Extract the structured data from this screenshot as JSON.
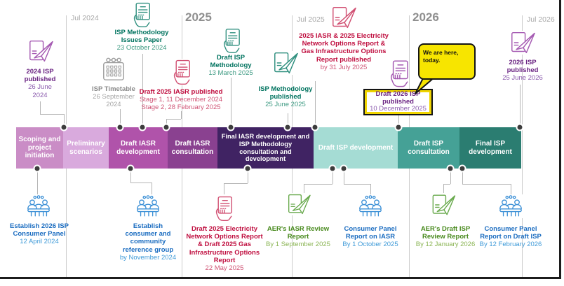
{
  "axis": [
    {
      "label": "Jul 2024"
    },
    {
      "label": "2025"
    },
    {
      "label": "Jul 2025"
    },
    {
      "label": "2026"
    },
    {
      "label": "Jul 2026"
    }
  ],
  "phases": [
    {
      "label": "Scoping and project initiation",
      "color": "#ca8dc6"
    },
    {
      "label": "Preliminary scenarios",
      "color": "#d9aadd"
    },
    {
      "label": "Draft IASR development",
      "color": "#b053aa"
    },
    {
      "label": "Draft IASR consultation",
      "color": "#8a4190"
    },
    {
      "label": "Final IASR development and ISP Methodology consultation and development",
      "color": "#402363"
    },
    {
      "label": "Draft ISP development",
      "color": "#a5dcd4"
    },
    {
      "label": "Draft ISP consultation",
      "color": "#45a196"
    },
    {
      "label": "Final ISP development",
      "color": "#2b7d71"
    }
  ],
  "milestones_above": [
    {
      "heading": "2024 ISP published",
      "date": "26 June 2024",
      "theme": "purple",
      "icon": "document-paper-plane-icon"
    },
    {
      "heading": "ISP Methodology Issues Paper",
      "date": "23 October 2024",
      "theme": "teal",
      "icon": "document-in-hand-icon"
    },
    {
      "heading": "ISP Timetable",
      "date": "26 September 2024",
      "theme": "gray",
      "icon": "calendar-icon"
    },
    {
      "heading": "Draft 2025 IASR published",
      "date": "Stage 1, 11 December 2024",
      "date2": "Stage 2, 28 February 2025",
      "theme": "crimson",
      "icon": "document-in-hand-icon"
    },
    {
      "heading": "Draft ISP Methodology",
      "date": "13 March 2025",
      "theme": "teal",
      "icon": "document-in-hand-icon"
    },
    {
      "heading": "ISP Methodology published",
      "date": "25 June 2025",
      "theme": "teal",
      "icon": "document-paper-plane-icon"
    },
    {
      "heading": "2025 IASR & 2025 Electricity Network Options Report & Gas Infrastructure Options Report published",
      "date": "by 31 July 2025",
      "theme": "crimson",
      "icon": "document-paper-plane-icon"
    },
    {
      "heading": "Draft 2026 ISP published",
      "date": "10 December 2025",
      "theme": "purple",
      "icon": "document-in-hand-icon",
      "highlighted": true
    },
    {
      "heading": "2026 ISP published",
      "date": "25 June 2026",
      "theme": "purple",
      "icon": "document-paper-plane-icon"
    }
  ],
  "milestones_below": [
    {
      "heading": "Establish 2026 ISP Consumer Panel",
      "date": "12 April 2024",
      "theme": "blue",
      "icon": "consumer-panel-people-icon"
    },
    {
      "heading": "Establish consumer and community reference group",
      "date": "by November 2024",
      "theme": "blue",
      "icon": "consumer-panel-people-icon"
    },
    {
      "heading": "Draft 2025 Electricity Network Options Report & Draft 2025 Gas Infrastructure Options Report",
      "date": "22 May 2025",
      "theme": "crimson",
      "icon": "document-in-hand-icon"
    },
    {
      "heading": "AER's IASR Review Report",
      "date": "By 1 September 2025",
      "theme": "green",
      "icon": "document-paper-plane-icon"
    },
    {
      "heading": "Consumer Panel Report on IASR",
      "date": "By 1 October 2025",
      "theme": "blue",
      "icon": "consumer-panel-people-icon"
    },
    {
      "heading": "AER's Draft ISP Review Report",
      "date": "By 12 January 2026",
      "theme": "green",
      "icon": "document-paper-plane-icon"
    },
    {
      "heading": "Consumer Panel Report on Draft ISP",
      "date": "By 12 February 2026",
      "theme": "blue",
      "icon": "consumer-panel-people-icon"
    }
  ],
  "callout": {
    "text": "We are here, today."
  },
  "colors": {
    "purple_heading": "#6a2382",
    "teal_heading": "#00735f",
    "crimson_heading": "#bf0d3e",
    "blue_heading": "#1a6cc0",
    "green_heading": "#47891c",
    "gray_heading": "#8a8a8a",
    "callout_yellow": "#f7e500",
    "highlight_border_black": "#141414",
    "highlight_border_yellow": "#f0d500",
    "gridline_gray": "#cccccc",
    "connector_gray": "#b5b5b5",
    "dot_dark": "#3d3d3d"
  }
}
